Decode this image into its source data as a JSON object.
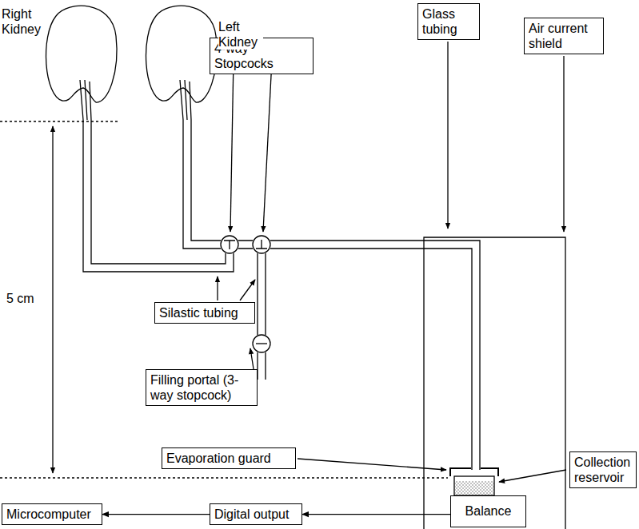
{
  "diagram": {
    "nodes": [
      {
        "text": [
          "Glass tubing"
        ]
      },
      {
        "text": [
          "Air current shield"
        ]
      },
      {
        "text": [
          "4-way Stopcocks"
        ]
      },
      {
        "text": [
          "Silastic tubing"
        ]
      },
      {
        "text": [
          "Filling portal (3-way stopcock)"
        ]
      },
      {
        "text": [
          "Evaporation guard"
        ]
      },
      {
        "text": [
          "Collection reservoir"
        ]
      },
      {
        "text": [
          "Microcomputer"
        ]
      },
      {
        "text": [
          "Digital output"
        ]
      },
      {
        "text": [
          "Balance"
        ]
      }
    ],
    "edges": [
      {
        "from": 9,
        "to": 8,
        "arrow": "to"
      },
      {
        "from": 8,
        "to": 7,
        "arrow": "to"
      }
    ],
    "labels": [
      "Right Kidney",
      "Left Kidney",
      "5 cm"
    ]
  }
}
